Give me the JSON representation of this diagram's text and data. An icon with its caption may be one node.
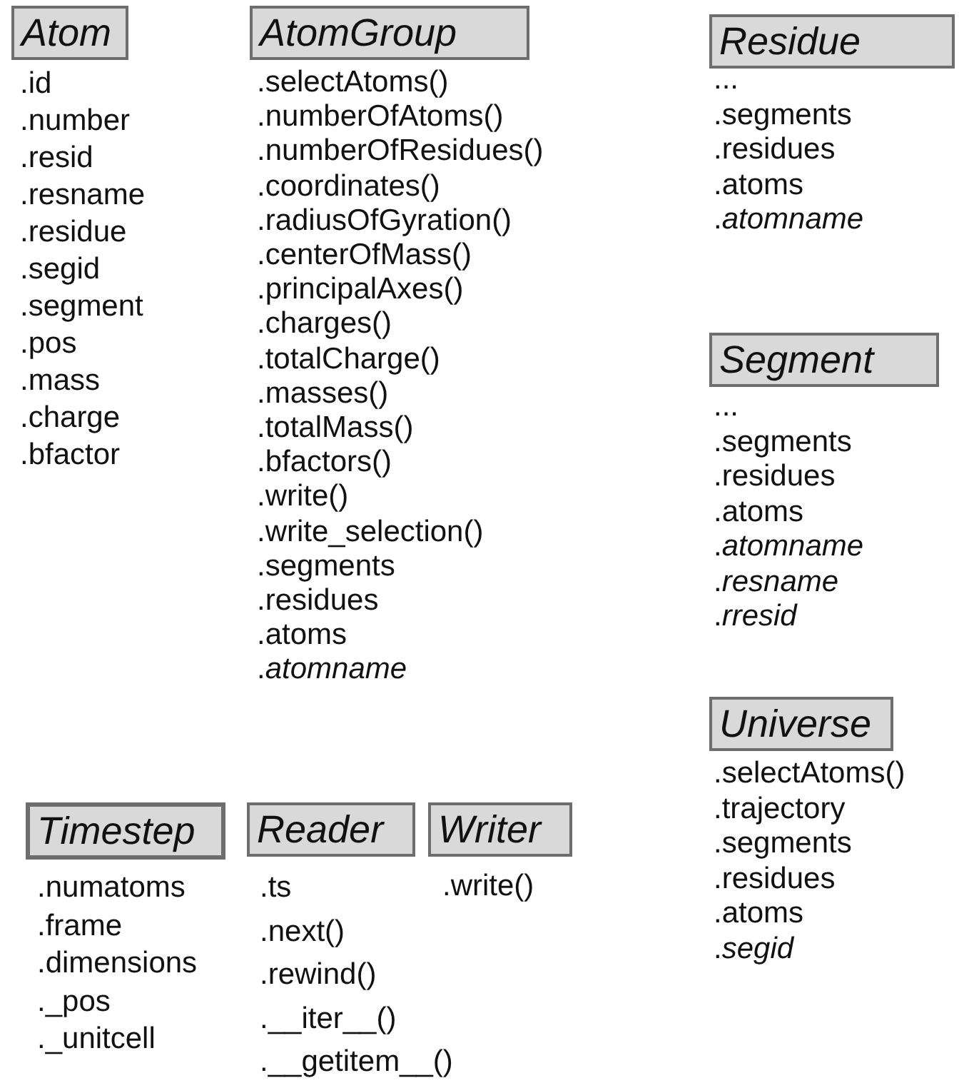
{
  "diagram": {
    "nodes": [
      {
        "text": [
          "Atom"
        ],
        "beside": [
          ".id",
          ".number",
          ".resid",
          ".resname",
          ".residue",
          ".segid",
          ".segment",
          ".pos",
          ".mass",
          ".charge",
          ".bfactor"
        ]
      },
      {
        "text": [
          "AtomGroup"
        ],
        "beside": [
          ".selectAtoms()",
          ".numberOfAtoms()",
          ".numberOfResidues()",
          ".coordinates()",
          ".radiusOfGyration()",
          ".centerOfMass()",
          ".principalAxes()",
          ".charges()",
          ".totalCharge()",
          ".masses()",
          ".totalMass()",
          ".bfactors()",
          ".write()",
          ".write_selection()",
          ".segments",
          ".residues",
          ".atoms",
          ".*atomname*"
        ]
      },
      {
        "text": [
          "Residue"
        ],
        "beside": [
          "...",
          ".segments",
          ".residues",
          ".atoms",
          ".*atomname*"
        ]
      },
      {
        "text": [
          "Segment"
        ],
        "beside": [
          "...",
          ".segments",
          ".residues",
          ".atoms",
          ".*atomname*",
          ".*resname*",
          ".*rresid*"
        ]
      },
      {
        "text": [
          "Universe"
        ],
        "beside": [
          ".selectAtoms()",
          ".trajectory",
          ".segments",
          ".residues",
          ".atoms",
          ".*segid*"
        ]
      },
      {
        "text": [
          "Timestep"
        ],
        "beside": [
          ".numatoms",
          ".frame",
          ".dimensions",
          "._pos",
          "._unitcell"
        ]
      },
      {
        "text": [
          "Reader"
        ],
        "beside": [
          ".ts",
          ".next()",
          ".rewind()",
          ".__iter__()",
          ".__getitem__()"
        ]
      },
      {
        "text": [
          "Writer"
        ],
        "beside": [
          ".write()"
        ]
      }
    ]
  }
}
